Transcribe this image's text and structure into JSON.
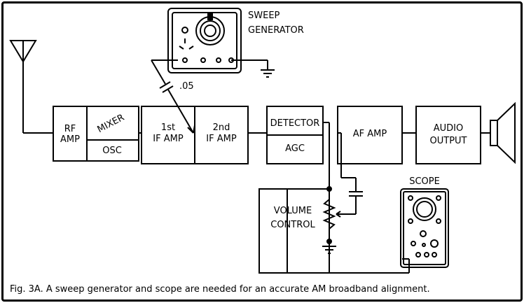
{
  "diagram": {
    "blocks": {
      "rf_amp": [
        "RF",
        "AMP"
      ],
      "mixer": "MIXER",
      "osc": "OSC",
      "if1": [
        "1st",
        "IF AMP"
      ],
      "if2": [
        "2nd",
        "IF AMP"
      ],
      "detector": "DETECTOR",
      "agc": "AGC",
      "af_amp": "AF AMP",
      "audio_output": [
        "AUDIO",
        "OUTPUT"
      ],
      "volume_control": [
        "VOLUME",
        "CONTROL"
      ]
    },
    "instruments": {
      "sweep_generator": [
        "SWEEP",
        "GENERATOR"
      ],
      "scope": "SCOPE"
    },
    "capacitor_value": ".05",
    "caption": "Fig. 3A. A sweep generator and scope are needed for an accurate AM broadband alignment."
  }
}
